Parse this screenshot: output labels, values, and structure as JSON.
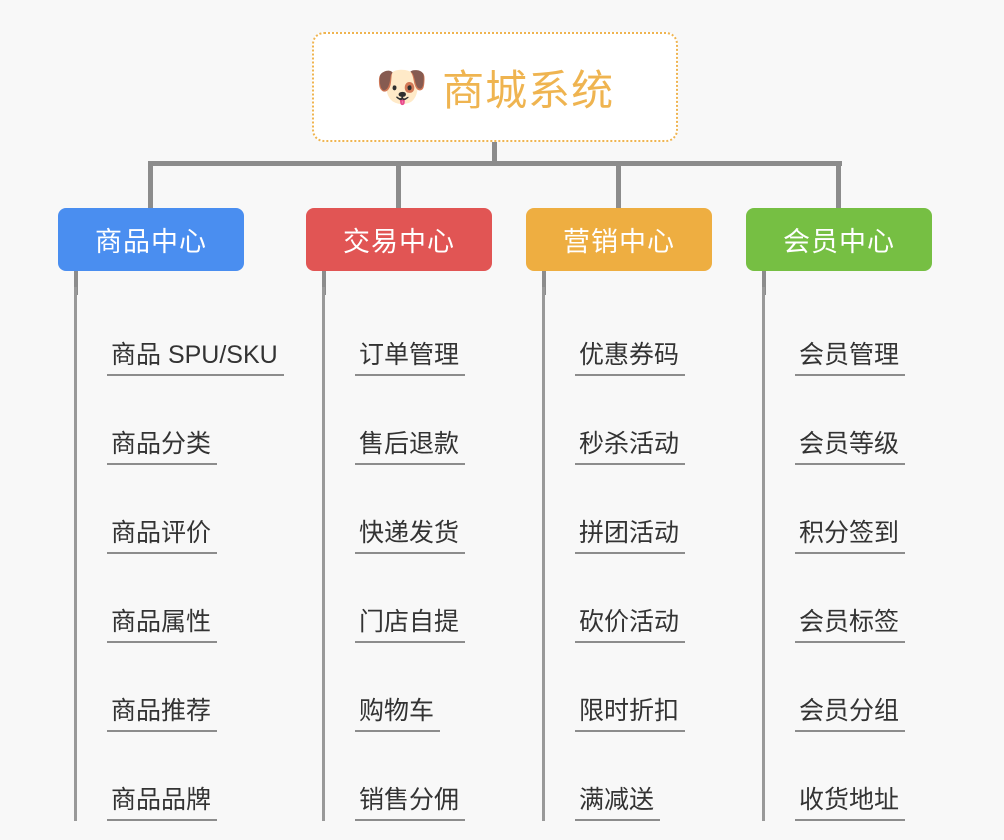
{
  "root": {
    "icon": "dog-face-emoji",
    "icon_glyph": "🐶",
    "title": "商城系统",
    "title_color": "#efb450",
    "border_color": "#efb450",
    "background": "#ffffff"
  },
  "canvas": {
    "background": "#f8f8f8",
    "connector_color": "#8c8c8c"
  },
  "columns": [
    {
      "header": "商品中心",
      "color": "#4a8ef0",
      "items": [
        "商品 SPU/SKU",
        "商品分类",
        "商品评价",
        "商品属性",
        "商品推荐",
        "商品品牌"
      ]
    },
    {
      "header": "交易中心",
      "color": "#e15554",
      "items": [
        "订单管理",
        "售后退款",
        "快递发货",
        "门店自提",
        "购物车",
        "销售分佣"
      ]
    },
    {
      "header": "营销中心",
      "color": "#eeae41",
      "items": [
        "优惠券码",
        "秒杀活动",
        "拼团活动",
        "砍价活动",
        "限时折扣",
        "满减送"
      ]
    },
    {
      "header": "会员中心",
      "color": "#76bf43",
      "items": [
        "会员管理",
        "会员等级",
        "积分签到",
        "会员标签",
        "会员分组",
        "收货地址"
      ]
    }
  ]
}
